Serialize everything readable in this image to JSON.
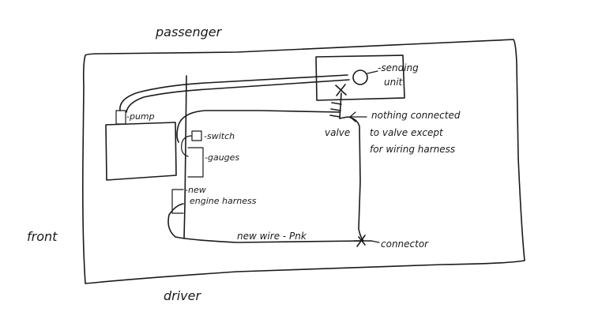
{
  "labels": {
    "passenger": "passenger",
    "front": "front",
    "driver": "driver",
    "pump": "-pump",
    "switch": "-switch",
    "gauges": "-gauges",
    "engine_harness_line1": "-new",
    "engine_harness_line2": "engine harness",
    "sending_unit_line1": "-sending",
    "sending_unit_line2": "unit",
    "valve": "valve",
    "note_line1": "nothing connected",
    "note_line2": "to valve except",
    "note_line3": "for wiring harness",
    "new_wire": "new wire - Pnk",
    "connector": "connector"
  }
}
